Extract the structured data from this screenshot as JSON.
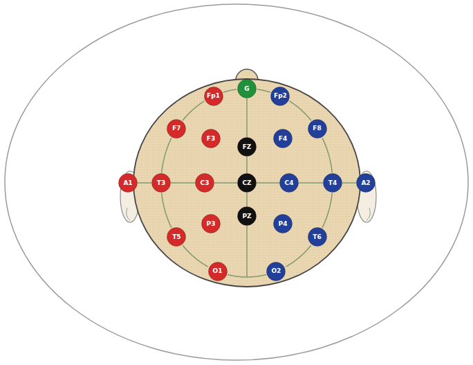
{
  "diagram": {
    "nodes": [
      {
        "text": [
          "Fp1"
        ]
      },
      {
        "text": [
          "G"
        ]
      },
      {
        "text": [
          "Fp2"
        ]
      },
      {
        "text": [
          "F7"
        ]
      },
      {
        "text": [
          "F3"
        ]
      },
      {
        "text": [
          "FZ"
        ]
      },
      {
        "text": [
          "F4"
        ]
      },
      {
        "text": [
          "F8"
        ]
      },
      {
        "text": [
          "A1"
        ]
      },
      {
        "text": [
          "T3"
        ]
      },
      {
        "text": [
          "C3"
        ]
      },
      {
        "text": [
          "CZ"
        ]
      },
      {
        "text": [
          "C4"
        ]
      },
      {
        "text": [
          "T4"
        ]
      },
      {
        "text": [
          "A2"
        ]
      },
      {
        "text": [
          "T5"
        ]
      },
      {
        "text": [
          "P3"
        ]
      },
      {
        "text": [
          "PZ"
        ]
      },
      {
        "text": [
          "P4"
        ]
      },
      {
        "text": [
          "T6"
        ]
      },
      {
        "text": [
          "O1"
        ]
      },
      {
        "text": [
          "O2"
        ]
      }
    ],
    "edges": [
      {
        "from": 8,
        "to": 9,
        "arrow": "none"
      },
      {
        "from": 9,
        "to": 10,
        "arrow": "none"
      },
      {
        "from": 10,
        "to": 11,
        "arrow": "none"
      },
      {
        "from": 11,
        "to": 12,
        "arrow": "none"
      },
      {
        "from": 12,
        "to": 13,
        "arrow": "none"
      },
      {
        "from": 13,
        "to": 14,
        "arrow": "none"
      },
      {
        "from": 1,
        "to": 5,
        "arrow": "none"
      },
      {
        "from": 5,
        "to": 11,
        "arrow": "none"
      },
      {
        "from": 11,
        "to": 17,
        "arrow": "none"
      },
      {
        "from": 1,
        "to": 0,
        "arrow": "none"
      },
      {
        "from": 0,
        "to": 3,
        "arrow": "none"
      },
      {
        "from": 3,
        "to": 9,
        "arrow": "none"
      },
      {
        "from": 9,
        "to": 15,
        "arrow": "none"
      },
      {
        "from": 15,
        "to": 20,
        "arrow": "none"
      },
      {
        "from": 20,
        "to": 21,
        "arrow": "none"
      },
      {
        "from": 21,
        "to": 19,
        "arrow": "none"
      },
      {
        "from": 19,
        "to": 13,
        "arrow": "none"
      },
      {
        "from": 13,
        "to": 7,
        "arrow": "none"
      },
      {
        "from": 7,
        "to": 2,
        "arrow": "none"
      },
      {
        "from": 2,
        "to": 1,
        "arrow": "none"
      }
    ]
  }
}
